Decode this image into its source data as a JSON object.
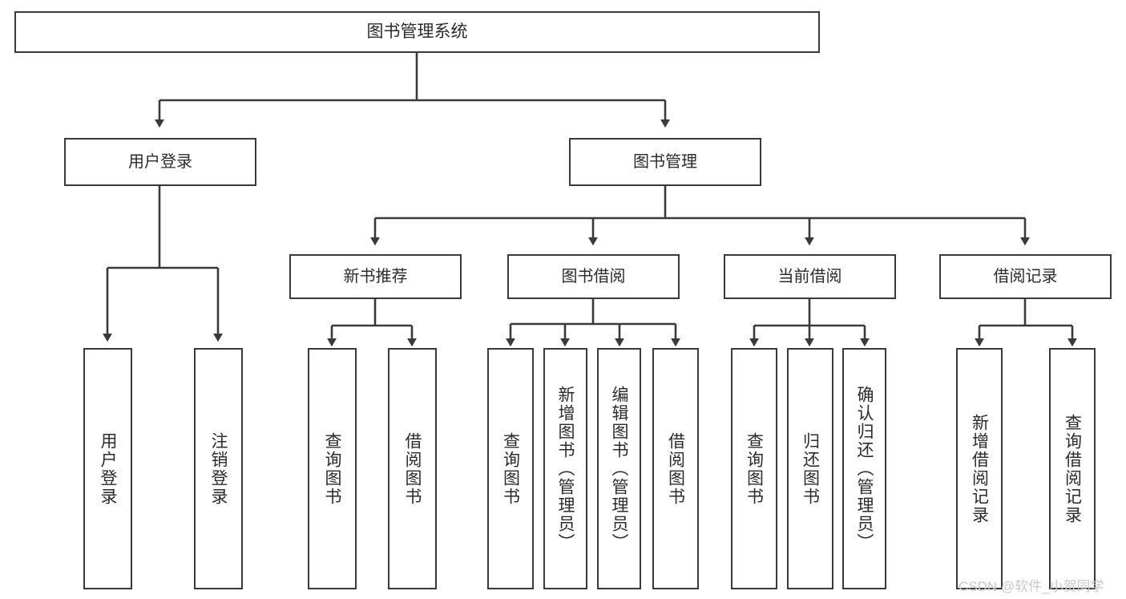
{
  "diagram": {
    "title": "图书管理系统",
    "type": "hierarchy-tree",
    "watermark": "CSDN @软件_小贺同学",
    "colors": {
      "box_border": "#3a3a3a",
      "box_fill": "#ffffff",
      "line": "#3a3a3a",
      "text": "#2b2b2b",
      "watermark": "#c9c9c9",
      "background": "#ffffff"
    },
    "levels": {
      "root": {
        "label": "图书管理系统"
      },
      "level2": [
        {
          "label": "用户登录"
        },
        {
          "label": "图书管理"
        }
      ],
      "level3": [
        {
          "label": "新书推荐"
        },
        {
          "label": "图书借阅"
        },
        {
          "label": "当前借阅"
        },
        {
          "label": "借阅记录"
        }
      ],
      "leaves": {
        "user_login": [
          {
            "label": "用户登录"
          },
          {
            "label": "注销登录"
          }
        ],
        "new_book": [
          {
            "label": "查询图书"
          },
          {
            "label": "借阅图书"
          }
        ],
        "book_borrow": [
          {
            "label": "查询图书"
          },
          {
            "label": "新增图书（管理员）"
          },
          {
            "label": "编辑图书（管理员）"
          },
          {
            "label": "借阅图书"
          }
        ],
        "current_borrow": [
          {
            "label": "查询图书"
          },
          {
            "label": "归还图书"
          },
          {
            "label": "确认归还（管理员）"
          }
        ],
        "borrow_record": [
          {
            "label": "新增借阅记录"
          },
          {
            "label": "查询借阅记录"
          }
        ]
      }
    }
  }
}
